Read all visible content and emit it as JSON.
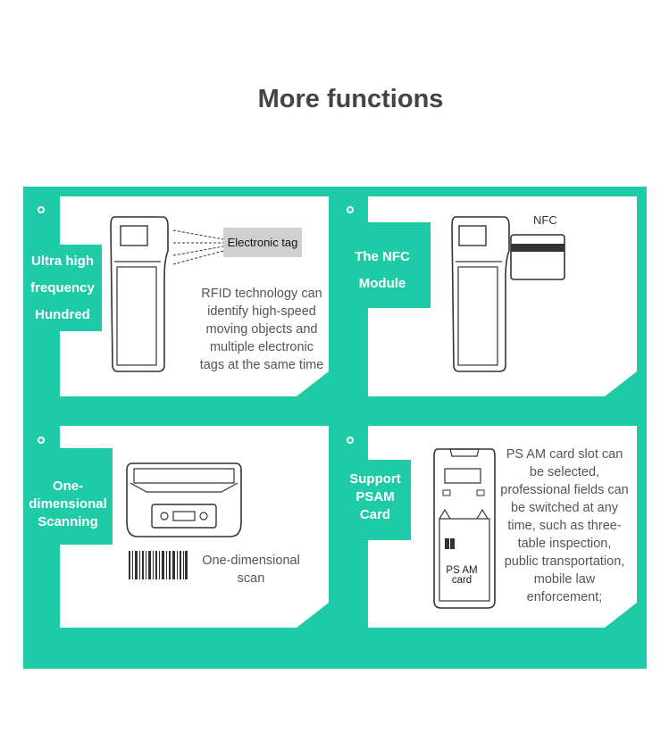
{
  "title": "More functions",
  "features": [
    {
      "label_lines": [
        "Ultra high",
        "frequency",
        "Hundred"
      ],
      "tag": "Electronic tag",
      "description_lines": [
        "RFID technology can",
        "identify high-speed",
        "moving objects and",
        "multiple electronic",
        "tags at the same time"
      ]
    },
    {
      "label_lines": [
        "The NFC",
        "Module"
      ],
      "image_text": "NFC"
    },
    {
      "label_lines": [
        "One-",
        "dimensional",
        "Scanning"
      ],
      "description_lines": [
        "One-dimensional",
        "scan"
      ]
    },
    {
      "label_lines": [
        "Support",
        "PSAM",
        "Card"
      ],
      "card_text_lines": [
        "PS AM",
        "card"
      ],
      "description_lines": [
        "PS AM card slot can",
        "be selected,",
        "professional fields can",
        "be switched at any",
        "time, such as three-",
        "table inspection,",
        "public transportation,",
        "mobile law",
        "enforcement;"
      ]
    }
  ],
  "colors": {
    "accent": "#1fcba6",
    "text": "#555555",
    "title": "#444444"
  },
  "icons": [
    "handheld-device-illustration",
    "barcode-icon",
    "nfc-card-illustration",
    "psam-slot-illustration"
  ]
}
